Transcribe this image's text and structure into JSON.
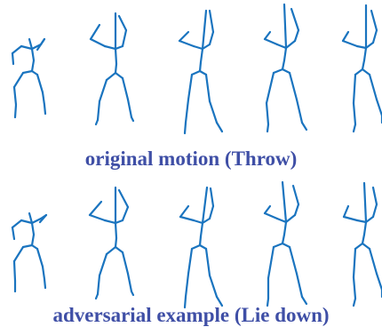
{
  "colors": {
    "stick": "#1a74bf",
    "caption": "#3f4fa6",
    "background": "#ffffff"
  },
  "rows": [
    {
      "caption": "original motion (Throw)",
      "frames": 5
    },
    {
      "caption": "adversarial example (Lie down)",
      "frames": 5
    }
  ]
}
